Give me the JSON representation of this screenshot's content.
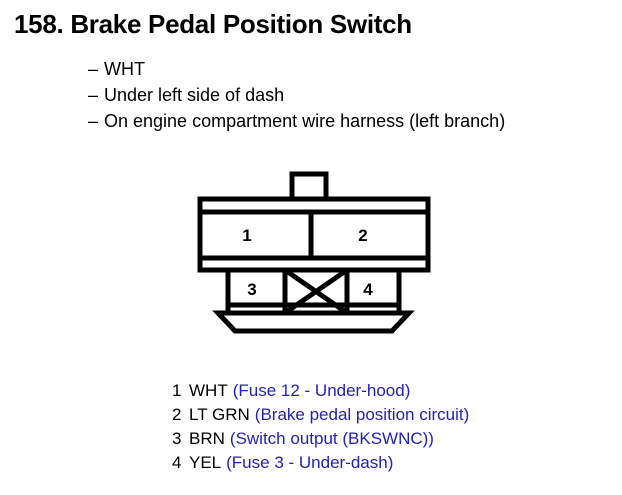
{
  "header": {
    "title": "158. Brake Pedal Position Switch"
  },
  "notes": {
    "bullet": "–",
    "items": [
      "WHT",
      "Under left side of dash",
      "On engine compartment wire harness (left branch)"
    ]
  },
  "connector": {
    "name": "4-way connector face view",
    "cavities": [
      {
        "label": "1",
        "position": "top-left"
      },
      {
        "label": "2",
        "position": "top-right"
      },
      {
        "label": "3",
        "position": "bottom-left"
      },
      {
        "label": "4",
        "position": "bottom-right"
      }
    ],
    "blocked_cavity": "X",
    "line_color": "#000000"
  },
  "legend": {
    "accent_color": "#2222bb",
    "rows": [
      {
        "pin": "1",
        "color": "WHT",
        "description": "(Fuse 12 - Under-hood)"
      },
      {
        "pin": "2",
        "color": "LT GRN",
        "description": "(Brake pedal position circuit)"
      },
      {
        "pin": "3",
        "color": "BRN",
        "description": "(Switch output (BKSWNC))"
      },
      {
        "pin": "4",
        "color": "YEL",
        "description": "(Fuse 3 - Under-dash)"
      }
    ]
  }
}
